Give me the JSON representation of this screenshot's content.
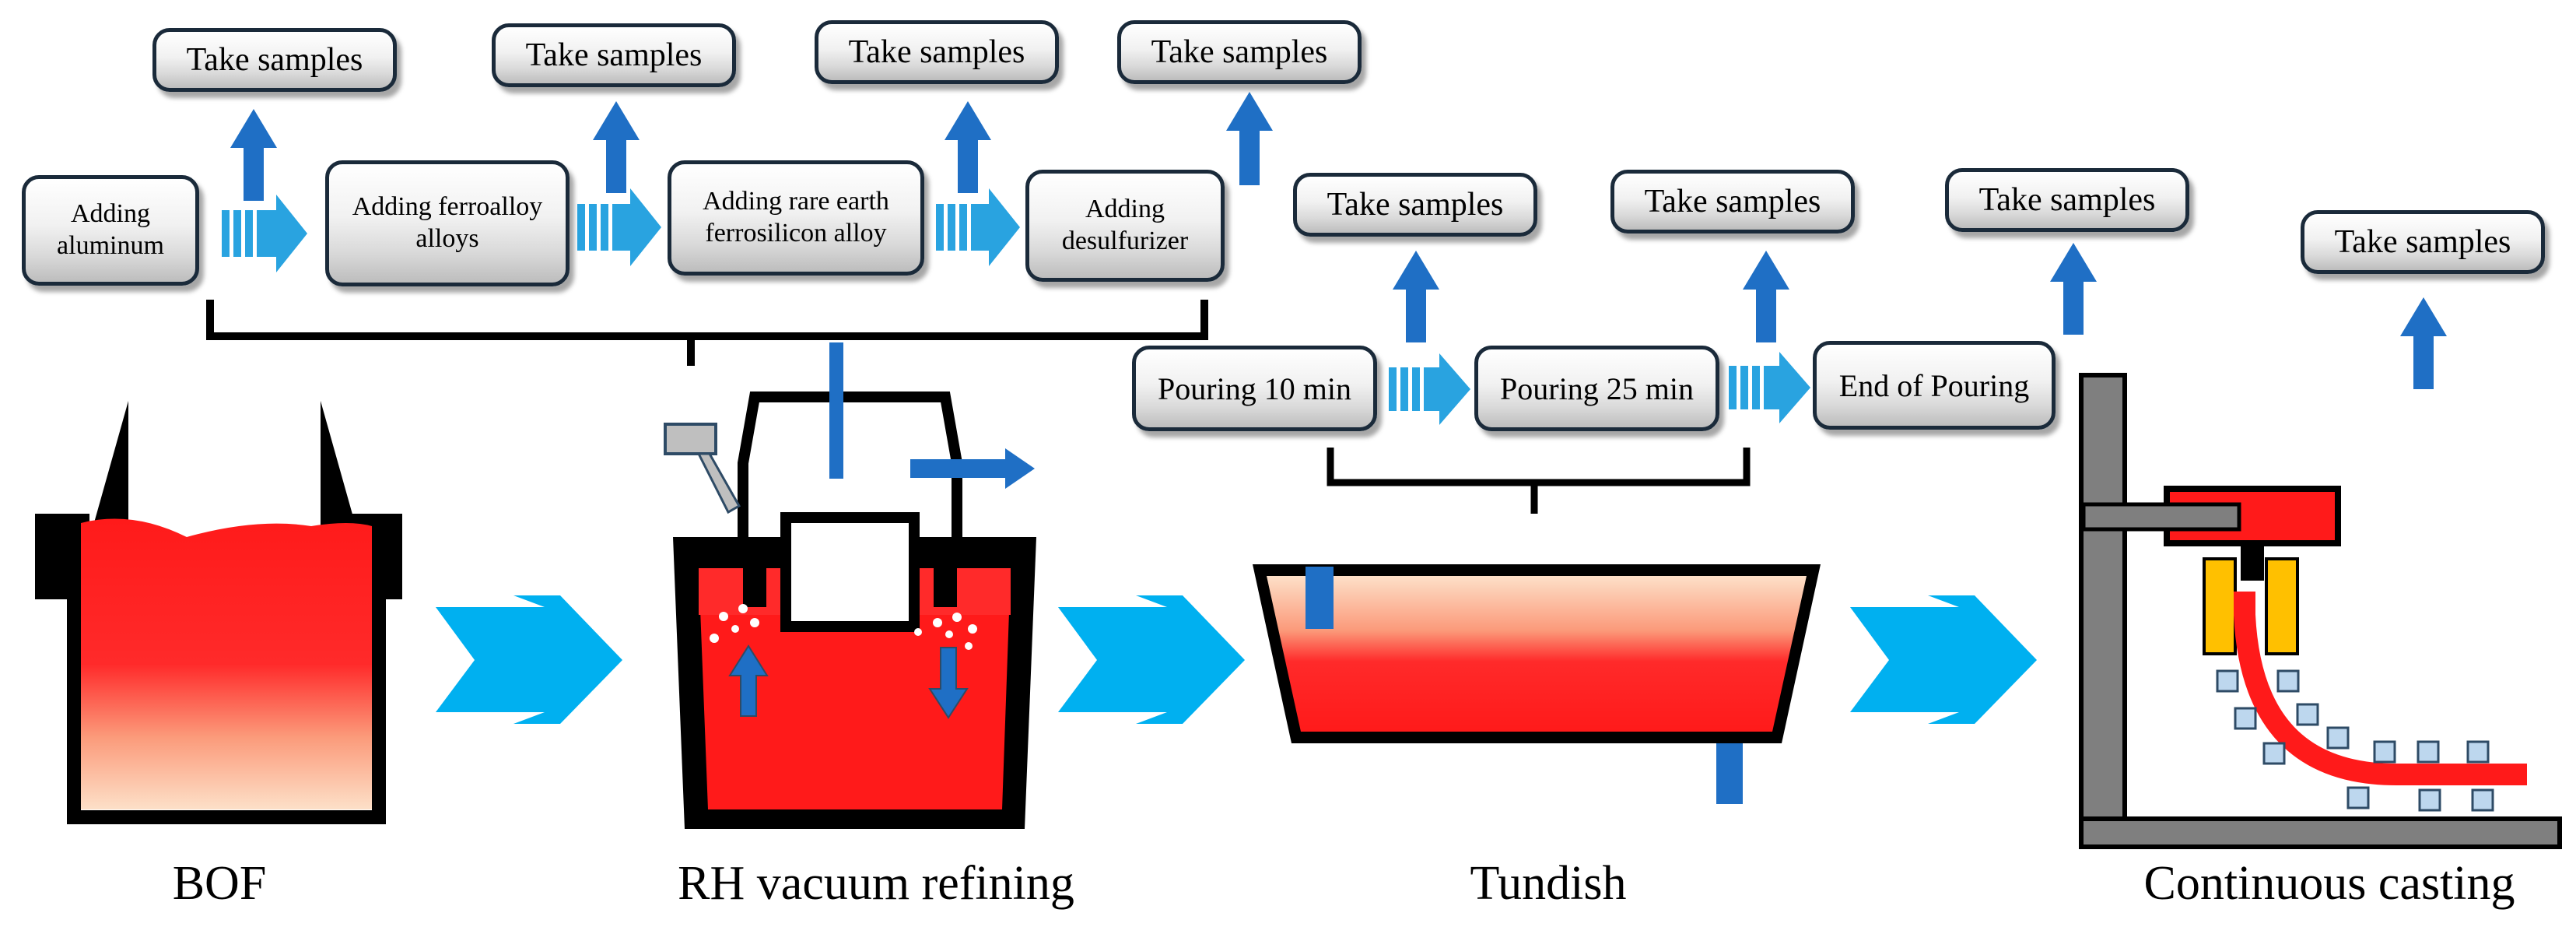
{
  "sample_label": "Take samples",
  "steps": [
    "Adding aluminum",
    "Adding ferroalloy alloys",
    "Adding rare earth ferrosilicon alloy",
    "Adding desulfurizer"
  ],
  "pouring": [
    "Pouring 10 min",
    "Pouring 25 min",
    "End of Pouring"
  ],
  "stages": [
    "BOF",
    "RH  vacuum refining",
    "Tundish",
    "Continuous casting"
  ],
  "colors": {
    "molten_steel": "#ff1a1a",
    "process_arrow": "#00b0f0",
    "sample_arrow": "#1f6fc5",
    "mold_copper": "#ffc000",
    "support_rolls": "#bdd7ee",
    "frame_gray": "#7f7f7f",
    "outline": "#000000"
  },
  "icons": [
    "ladle-icon",
    "vacuum-chamber-icon",
    "tundish-icon",
    "caster-icon",
    "up-arrow-icon",
    "right-arrow-icon",
    "brace-icon"
  ]
}
